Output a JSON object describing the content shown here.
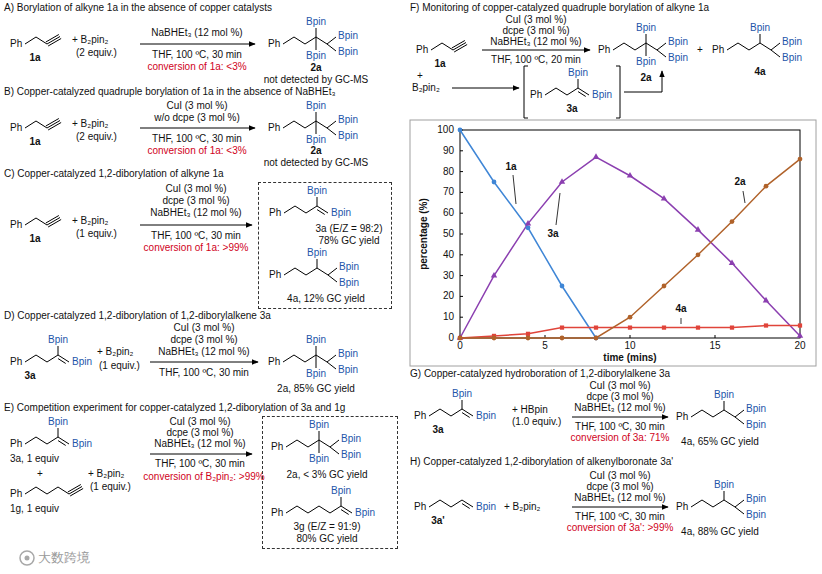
{
  "diagram": {
    "nodes": [
      {
        "text": [
          "Ph",
          "Bpin",
          "Bpin",
          "3a (E/Z = 98:2)",
          "78% GC yield",
          "Ph",
          "Bpin",
          "Bpin",
          "Bpin",
          "4a, 12% GC yield"
        ]
      },
      {
        "text": [
          "Ph",
          "Bpin",
          "Bpin",
          "Bpin",
          "Bpin",
          "2a, < 3% GC yield",
          "Ph",
          "Bpin",
          "Bpin",
          "3g (E/Z = 91:9)",
          "80% GC yield"
        ]
      }
    ],
    "labels": [
      "A) Borylation of alkyne 1a in the absence of copper catalysts",
      "Ph",
      "1a",
      "+ B₂pin₂",
      "(2 equiv.)",
      "NaBHEt₃ (12 mol %)",
      "THF, 100 ºC, 30 min",
      "conversion of 1a: <3%",
      "Ph",
      "Bpin",
      "Bpin",
      "Bpin",
      "Bpin",
      "2a",
      "not detected by GC-MS",
      "B) Copper-catalyzed quadruple borylation of 1a in the absence of NaBHEt₃",
      "Ph",
      "1a",
      "+ B₂pin₂",
      "(2 equiv.)",
      "CuI (3 mol %)",
      "w/o dcpe (3 mol %)",
      "THF, 100 ºC, 30 min",
      "conversion of 1a: <3%",
      "Ph",
      "Bpin",
      "Bpin",
      "Bpin",
      "Bpin",
      "2a",
      "not detected by GC-MS",
      "C) Copper-catalyzed 1,2-diborylation of alkyne 1a",
      "Ph",
      "1a",
      "+ B₂pin₂",
      "(1 equiv.)",
      "CuI (3 mol %)",
      "dcpe (3 mol %)",
      "NaBHEt₃ (12 mol %)",
      "THF, 100 ºC, 30 min",
      "conversion of 1a: >99%",
      "D) Copper-catalyzed 1,2-diborylation of 1,2-diborylalkene 3a",
      "Ph",
      "Bpin",
      "Bpin",
      "3a",
      "+ B₂pin₂",
      "(1 equiv.)",
      "CuI (3 mol %)",
      "dcpe (3 mol %)",
      "NaBHEt₃ (12 mol %)",
      "THF, 100 ºC, 30 min",
      "Ph",
      "Bpin",
      "Bpin",
      "Bpin",
      "Bpin",
      "2a, 85% GC yield",
      "E) Competition experiment for copper-catalyzed 1,2-diborylation of 3a and 1g",
      "Ph",
      "Bpin",
      "Bpin",
      "3a, 1 equiv",
      "+",
      "Ph",
      "1g, 1 equiv",
      "+ B₂pin₂",
      "(1 equiv.)",
      "CuI (3 mol %)",
      "dcpe (3 mol %)",
      "NaBHEt₃ (12 mol %)",
      "THF, 100 ºC, 30 min",
      "conversion of B₂pin₂: >99%",
      "F) Monitoring of copper-catalyzed quadruple borylation of alkyne 1a",
      "Ph",
      "1a",
      "+",
      "B₂pin₂",
      "CuI (3 mol %)",
      "dcpe (3 mol %)",
      "NaBHEt₃ (12 mol %)",
      "THF, 100 ºC, 20 min",
      "Ph",
      "Bpin",
      "Bpin",
      "Bpin",
      "Bpin",
      "2a",
      "+",
      "Ph",
      "Bpin",
      "Bpin",
      "Bpin",
      "4a",
      "Ph",
      "Bpin",
      "Bpin",
      "3a",
      "percentage (%)",
      "100",
      "90",
      "80",
      "70",
      "60",
      "50",
      "40",
      "30",
      "20",
      "10",
      "0",
      "time (mins)",
      "0",
      "5",
      "10",
      "15",
      "20",
      "1a",
      "3a",
      "4a",
      "2a",
      "G) Copper-catalyzed hydroboration of 1,2-diborylalkene 3a",
      "Ph",
      "Bpin",
      "Bpin",
      "3a",
      "+ HBpin",
      "(1.0 equiv.)",
      "CuI (3 mol %)",
      "dcpe (3 mol %)",
      "NaBHEt₃ (12 mol %)",
      "THF, 100 ºC, 30 min",
      "conversion of 3a: 71%",
      "Ph",
      "Bpin",
      "Bpin",
      "Bpin",
      "4a, 65% GC yield",
      "H) Copper-catalyzed 1,2-diborylation of alkenylboronate 3a'",
      "Ph",
      "Bpin",
      "3a'",
      "+ B₂pin₂",
      "CuI (3 mol %)",
      "dcpe (3 mol %)",
      "NaBHEt₃ (12 mol %)",
      "THF, 100 ºC, 30 min",
      "conversion of 3a': >99%",
      "Ph",
      "Bpin",
      "Bpin",
      "Bpin",
      "4a, 88% GC yield",
      "大数跨境"
    ]
  }
}
